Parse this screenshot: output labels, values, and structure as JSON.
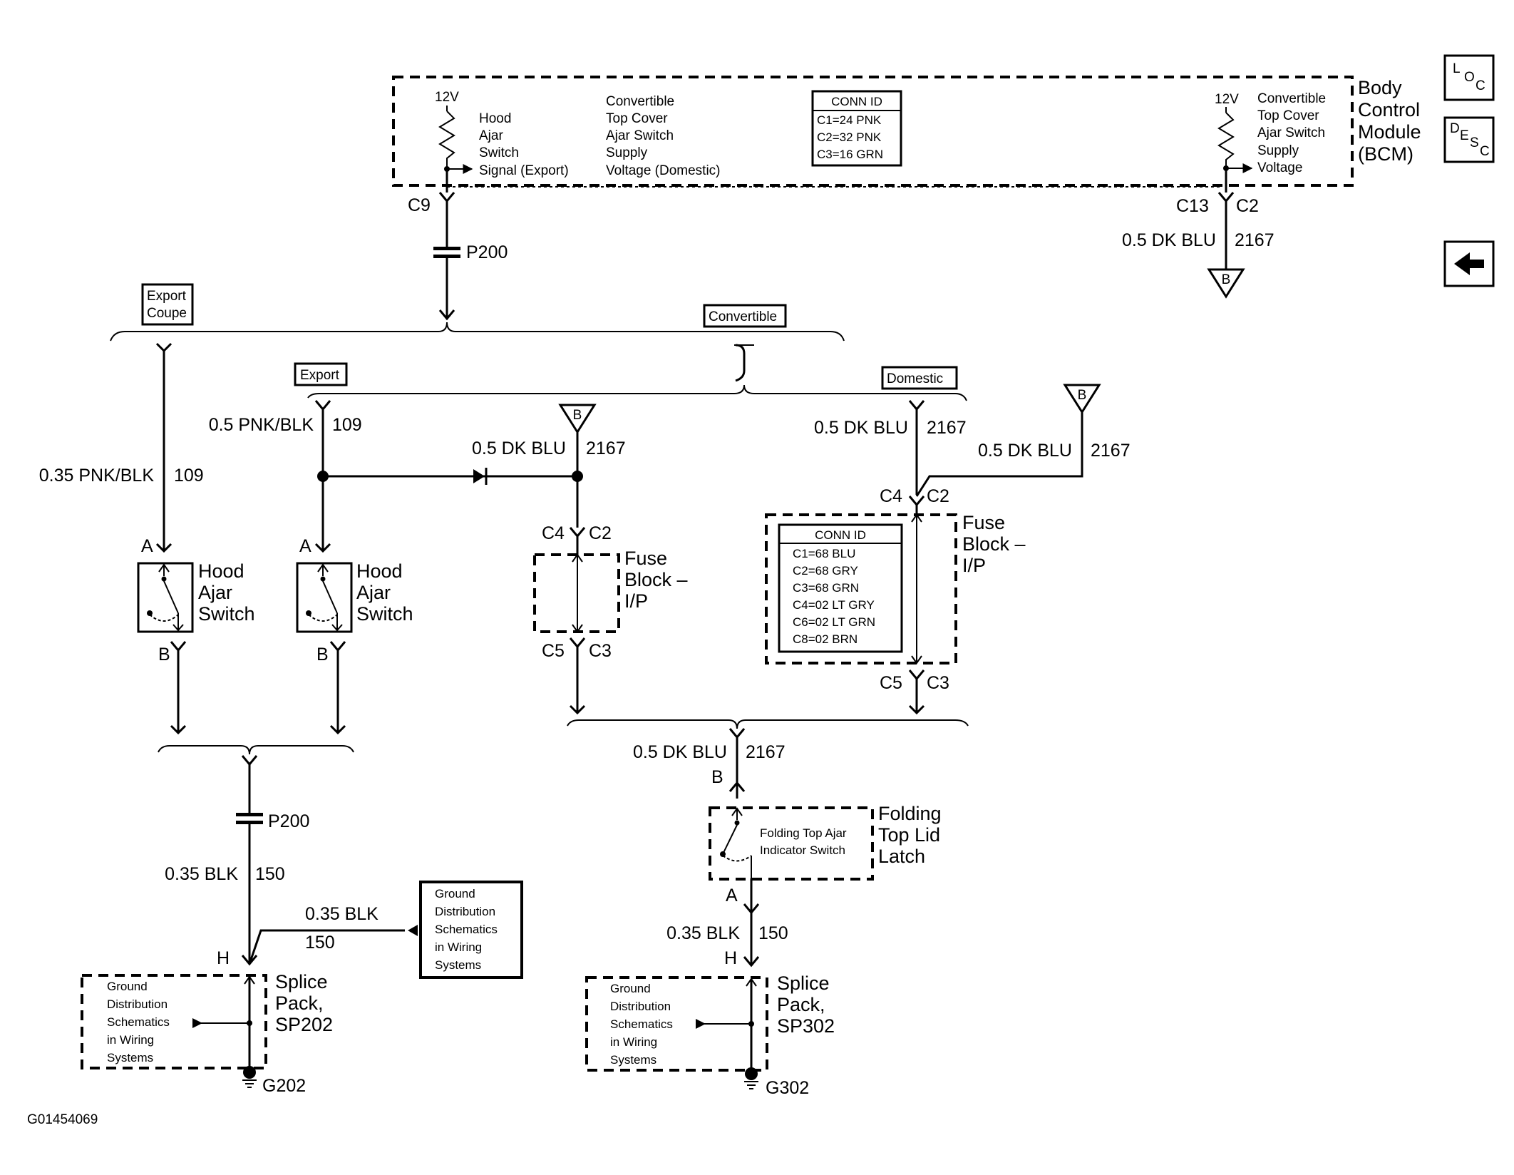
{
  "bcm": {
    "title": [
      "Body",
      "Control",
      "Module",
      "(BCM)"
    ],
    "v12_left": "12V",
    "v12_right": "12V",
    "hood_signal": [
      "Hood",
      "Ajar",
      "Switch",
      "Signal (Export)"
    ],
    "conv_supply_left": [
      "Convertible",
      "Top Cover",
      "Ajar Switch",
      "Supply",
      "Voltage (Domestic)"
    ],
    "conv_supply_right": [
      "Convertible",
      "Top Cover",
      "Ajar Switch",
      "Supply",
      "Voltage"
    ],
    "conn_title": "CONN ID",
    "conn_rows": [
      "C1=24 PNK",
      "C2=32 PNK",
      "C3=16 GRN"
    ],
    "pin_c9": "C9",
    "pin_c13": "C13",
    "pin_c2": "C2"
  },
  "wires": {
    "p200_top": "P200",
    "p200_bottom": "P200",
    "wire_bcm_right": "0.5 DK BLU",
    "circuit_bcm_right": "2167",
    "wire_left": "0.35 PNK/BLK",
    "circuit_left": "109",
    "wire_export": "0.5 PNK/BLK",
    "circuit_export": "109",
    "wire_mid": "0.5 DK BLU",
    "circuit_mid": "2167",
    "wire_domestic": "0.5 DK BLU",
    "circuit_domestic": "2167",
    "wire_right_b": "0.5 DK BLU",
    "circuit_right_b": "2167",
    "wire_bottom_mid": "0.5 DK BLU",
    "circuit_bottom_mid": "2167",
    "wire_gnd_left": "0.35 BLK",
    "circuit_gnd_left": "150",
    "wire_gnd_branch": "0.35 BLK",
    "circuit_gnd_branch": "150",
    "wire_gnd_right": "0.35 BLK",
    "circuit_gnd_right": "150"
  },
  "options": {
    "export_coupe": [
      "Export",
      "Coupe"
    ],
    "convertible": "Convertible",
    "export": "Export",
    "domestic": "Domestic"
  },
  "ref_b": "B",
  "switches": {
    "hood_left": {
      "label": [
        "Hood",
        "Ajar",
        "Switch"
      ],
      "pin_a": "A",
      "pin_b": "B"
    },
    "hood_right": {
      "label": [
        "Hood",
        "Ajar",
        "Switch"
      ],
      "pin_a": "A",
      "pin_b": "B"
    },
    "folding": {
      "inner": [
        "Folding Top Ajar",
        "Indicator Switch"
      ],
      "label": [
        "Folding",
        "Top Lid",
        "Latch"
      ],
      "pin_b": "B",
      "pin_a": "A"
    }
  },
  "fuse_mid": {
    "label": [
      "Fuse",
      "Block –",
      "I/P"
    ],
    "c4": "C4",
    "c2": "C2",
    "c5": "C5",
    "c3": "C3"
  },
  "fuse_right": {
    "label": [
      "Fuse",
      "Block –",
      "I/P"
    ],
    "c4": "C4",
    "c2": "C2",
    "c5": "C5",
    "c3": "C3",
    "conn_title": "CONN ID",
    "conn_rows": [
      "C1=68 BLU",
      "C2=68 GRY",
      "C3=68 GRN",
      "C4=02 LT GRY",
      "C6=02 LT GRN",
      "C8=02 BRN"
    ]
  },
  "ground_ref": [
    "Ground",
    "Distribution",
    "Schematics",
    "in Wiring",
    "Systems"
  ],
  "splice_left": {
    "pin_h": "H",
    "label": [
      "Splice",
      "Pack,",
      "SP202"
    ],
    "inner": [
      "Ground",
      "Distribution",
      "Schematics",
      "in Wiring",
      "Systems"
    ],
    "ground": "G202"
  },
  "splice_right": {
    "pin_h": "H",
    "label": [
      "Splice",
      "Pack,",
      "SP302"
    ],
    "inner": [
      "Ground",
      "Distribution",
      "Schematics",
      "in Wiring",
      "Systems"
    ],
    "ground": "G302"
  },
  "nav": {
    "loc": [
      "L",
      "O",
      "C"
    ],
    "desc": [
      "D",
      "E",
      "S",
      "C"
    ],
    "back": "back-arrow-icon"
  },
  "figure_id": "G01454069"
}
